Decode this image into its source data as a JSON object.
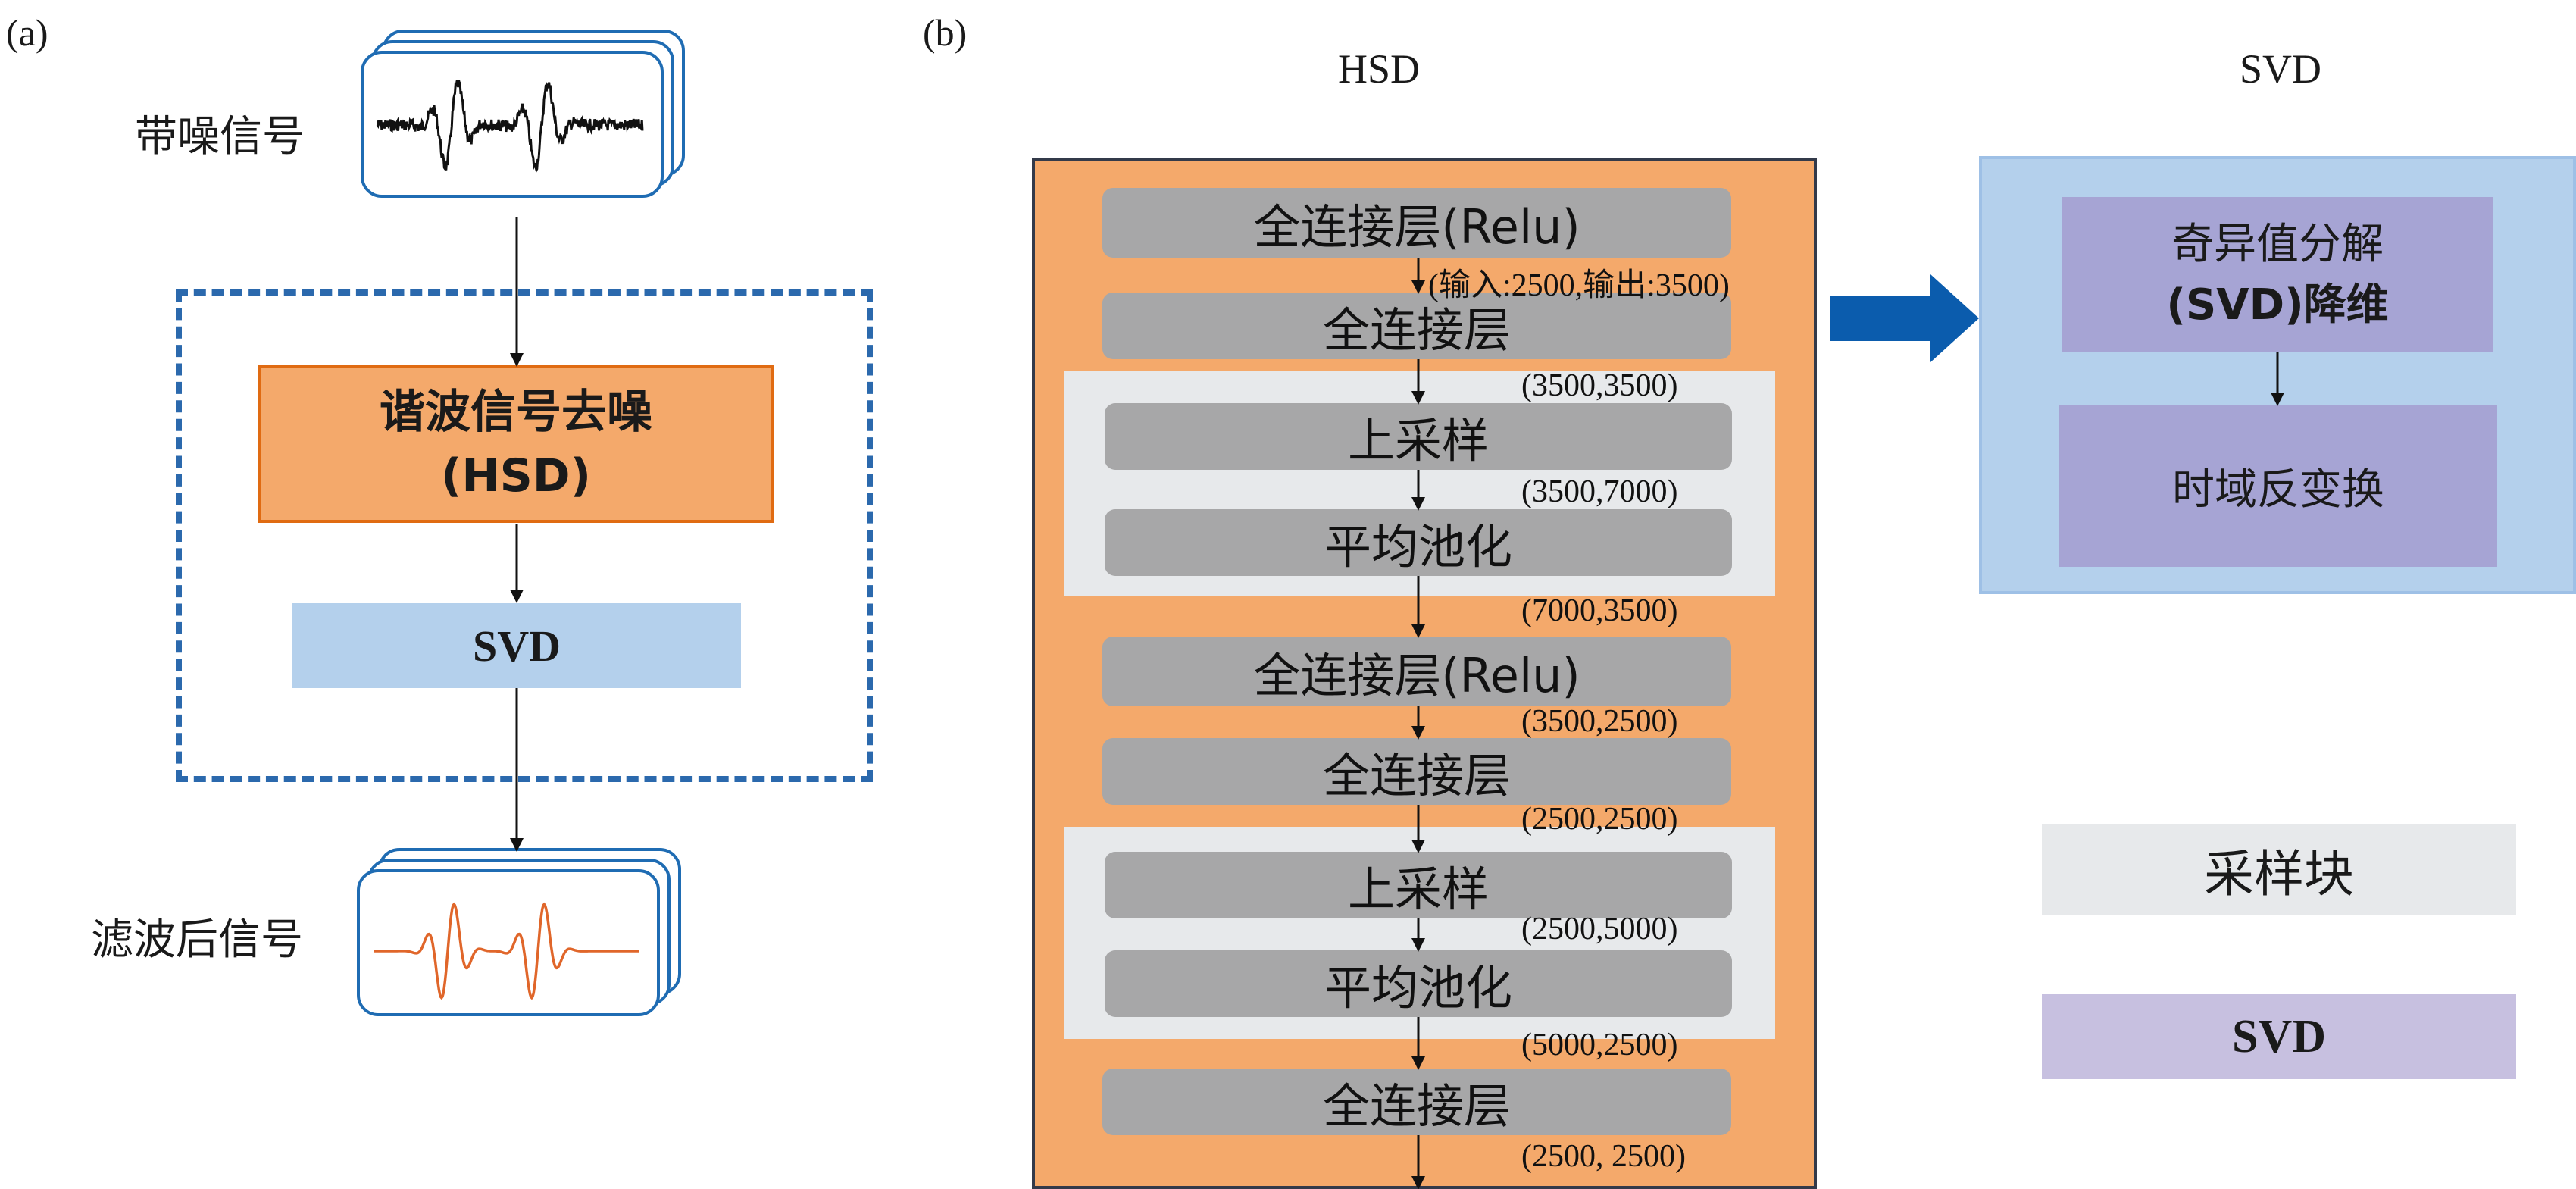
{
  "panel_a": {
    "label": "(a)",
    "input_label": "带噪信号",
    "output_label": "滤波后信号",
    "hsd_box": {
      "line1": "谐波信号去噪",
      "line2": "(HSD)"
    },
    "svd_box": "SVD"
  },
  "panel_b": {
    "label": "(b)",
    "hsd_title": "HSD",
    "svd_title": "SVD",
    "hsd_layers": [
      "全连接层(Relu)",
      "全连接层",
      "上采样",
      "平均池化",
      "全连接层(Relu)",
      "全连接层",
      "上采样",
      "平均池化",
      "全连接层"
    ],
    "dims": [
      "(输入:2500,输出:3500)",
      "(3500,3500)",
      "(3500,7000)",
      "(7000,3500)",
      "(3500,2500)",
      "(2500,2500)",
      "(2500,5000)",
      "(5000,2500)",
      "(2500, 2500)"
    ],
    "svd_steps": [
      "奇异值分解",
      "(SVD)降维",
      "时域反变换"
    ],
    "legend": {
      "sampling_block": "采样块",
      "svd": "SVD"
    }
  },
  "colors": {
    "orange_fill": "#f4a96b",
    "orange_border": "#e06b12",
    "light_blue": "#b4d0ec",
    "dashed_blue": "#2b69ad",
    "gray_block": "#a7a7a8",
    "light_gray": "#e7e9eb",
    "purple": "#a6a4d4",
    "legend_purple": "#c7c0e0",
    "arrow_blue": "#0b5cad",
    "filtered_signal": "#e0662a"
  }
}
